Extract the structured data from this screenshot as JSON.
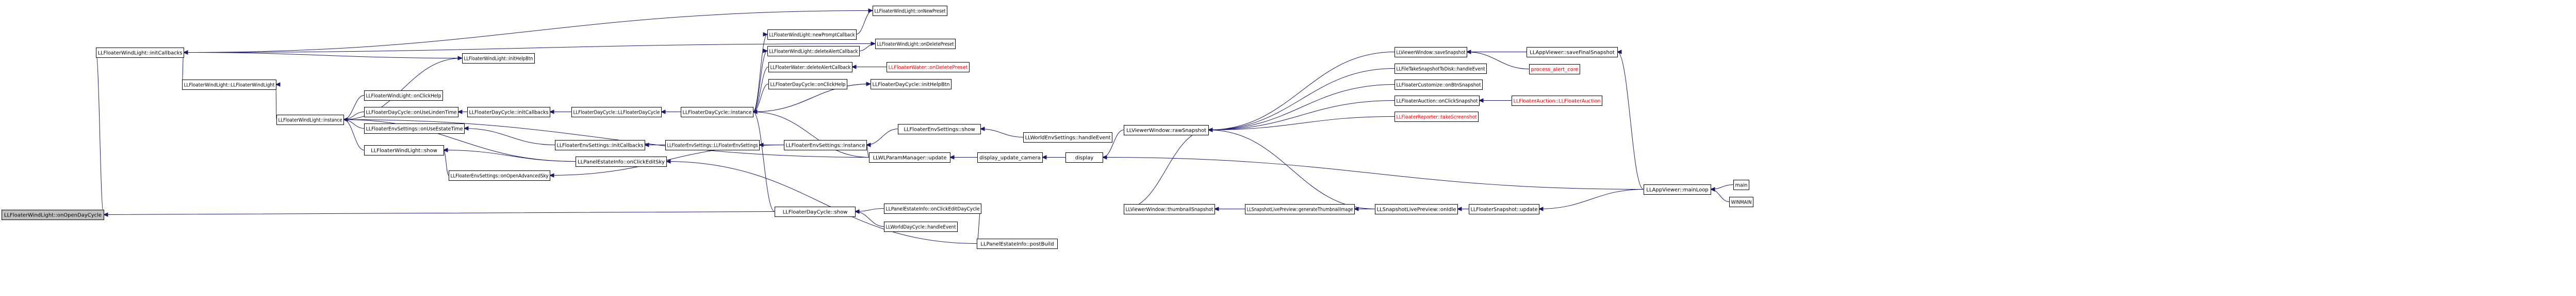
{
  "graph": {
    "edge_color": "#191970",
    "node_border": "#000000",
    "focus_fill": "#bfbfbf",
    "link_text_color": "#ff0000",
    "nodes": [
      {
        "id": "n0",
        "label": "LLFloaterWindLight::onOpenDayCycle",
        "focus": true
      },
      {
        "id": "n1",
        "label": "LLFloaterWindLight::initCallbacks"
      },
      {
        "id": "n2",
        "label": "LLFloaterWindLight::LLFloaterWindLight"
      },
      {
        "id": "n3",
        "label": "LLFloaterWindLight::instance"
      },
      {
        "id": "n4",
        "label": "LLFloaterWindLight::onClickHelp"
      },
      {
        "id": "n5",
        "label": "LLFloaterWindLight::initHelpBtn"
      },
      {
        "id": "n6",
        "label": "LLFloaterWindLight::onNewPreset"
      },
      {
        "id": "n7",
        "label": "LLFloaterWindLight::newPromptCallback"
      },
      {
        "id": "n8",
        "label": "LLFloaterWindLight::deleteAlertCallback"
      },
      {
        "id": "n9",
        "label": "LLFloaterWindLight::onDeletePreset"
      },
      {
        "id": "n10",
        "label": "LLFloaterDayCycle::onUseLindenTime"
      },
      {
        "id": "n11",
        "label": "LLFloaterDayCycle::initCallbacks"
      },
      {
        "id": "n12",
        "label": "LLFloaterDayCycle::LLFloaterDayCycle"
      },
      {
        "id": "n13",
        "label": "LLFloaterDayCycle::instance"
      },
      {
        "id": "n14",
        "label": "LLFloaterWater::deleteAlertCallback"
      },
      {
        "id": "n15",
        "label": "LLFloaterWater::onDeletePreset",
        "link": true
      },
      {
        "id": "n16",
        "label": "LLFloaterDayCycle::onClickHelp"
      },
      {
        "id": "n17",
        "label": "LLFloaterDayCycle::initHelpBtn"
      },
      {
        "id": "n18",
        "label": "LLFloaterEnvSettings::onUseEstateTime"
      },
      {
        "id": "n19",
        "label": "LLFloaterEnvSettings::initCallbacks"
      },
      {
        "id": "n20",
        "label": "LLFloaterEnvSettings::LLFloaterEnvSettings"
      },
      {
        "id": "n21",
        "label": "LLFloaterEnvSettings::instance"
      },
      {
        "id": "n22",
        "label": "LLFloaterEnvSettings::show"
      },
      {
        "id": "n23",
        "label": "LLWorldEnvSettings::handleEvent"
      },
      {
        "id": "n24",
        "label": "LLFloaterWindLight::show"
      },
      {
        "id": "n25",
        "label": "LLFloaterEnvSettings::onOpenAdvancedSky"
      },
      {
        "id": "n26",
        "label": "LLPanelEstateInfo::onClickEditSky"
      },
      {
        "id": "n27",
        "label": "LLWLParamManager::update"
      },
      {
        "id": "n28",
        "label": "display_update_camera"
      },
      {
        "id": "n29",
        "label": "display"
      },
      {
        "id": "n30",
        "label": "LLFloaterDayCycle::show"
      },
      {
        "id": "n31",
        "label": "LLPanelEstateInfo::onClickEditDayCycle"
      },
      {
        "id": "n32",
        "label": "LLWorldDayCycle::handleEvent"
      },
      {
        "id": "n33",
        "label": "LLPanelEstateInfo::postBuild"
      },
      {
        "id": "n34",
        "label": "LLViewerWindow::rawSnapshot"
      },
      {
        "id": "n35",
        "label": "LLViewerWindow::thumbnailSnapshot"
      },
      {
        "id": "n36",
        "label": "LLSnapshotLivePreview::generateThumbnailImage"
      },
      {
        "id": "n37",
        "label": "LLSnapshotLivePreview::onIdle"
      },
      {
        "id": "n38",
        "label": "LLFloaterSnapshot::update"
      },
      {
        "id": "n39",
        "label": "LLViewerWindow::saveSnapshot"
      },
      {
        "id": "n40",
        "label": "LLAppViewer::saveFinalSnapshot"
      },
      {
        "id": "n41",
        "label": "process_alert_core",
        "link": true
      },
      {
        "id": "n42",
        "label": "LLFileTakeSnapshotToDisk::handleEvent"
      },
      {
        "id": "n43",
        "label": "LLFloaterCustomize::onBtnSnapshot"
      },
      {
        "id": "n44",
        "label": "LLFloaterAuction::onClickSnapshot"
      },
      {
        "id": "n45",
        "label": "LLFloaterAuction::LLFloaterAuction",
        "link": true
      },
      {
        "id": "n46",
        "label": "LLFloaterReporter::takeScreenshot",
        "link": true
      },
      {
        "id": "n47",
        "label": "LLAppViewer::mainLoop"
      },
      {
        "id": "n48",
        "label": "main"
      },
      {
        "id": "n49",
        "label": "WINMAIN"
      }
    ],
    "edges": [
      [
        "n1",
        "n0"
      ],
      [
        "n30",
        "n0"
      ],
      [
        "n2",
        "n1"
      ],
      [
        "n6",
        "n1"
      ],
      [
        "n9",
        "n1"
      ],
      [
        "n5",
        "n1"
      ],
      [
        "n3",
        "n2"
      ],
      [
        "n4",
        "n3"
      ],
      [
        "n10",
        "n3"
      ],
      [
        "n18",
        "n3"
      ],
      [
        "n24",
        "n3"
      ],
      [
        "n26",
        "n3"
      ],
      [
        "n27",
        "n3"
      ],
      [
        "n3",
        "n5"
      ],
      [
        "n7",
        "n6"
      ],
      [
        "n13",
        "n7"
      ],
      [
        "n8",
        "n9"
      ],
      [
        "n13",
        "n8"
      ],
      [
        "n11",
        "n10"
      ],
      [
        "n12",
        "n11"
      ],
      [
        "n13",
        "n12"
      ],
      [
        "n14",
        "n13"
      ],
      [
        "n16",
        "n13"
      ],
      [
        "n17",
        "n13"
      ],
      [
        "n30",
        "n13"
      ],
      [
        "n27",
        "n13"
      ],
      [
        "n15",
        "n14"
      ],
      [
        "n13",
        "n17"
      ],
      [
        "n19",
        "n18"
      ],
      [
        "n20",
        "n19"
      ],
      [
        "n21",
        "n20"
      ],
      [
        "n22",
        "n21"
      ],
      [
        "n27",
        "n21"
      ],
      [
        "n23",
        "n22"
      ],
      [
        "n25",
        "n24"
      ],
      [
        "n26",
        "n24"
      ],
      [
        "n21",
        "n25"
      ],
      [
        "n33",
        "n26"
      ],
      [
        "n28",
        "n27"
      ],
      [
        "n29",
        "n28"
      ],
      [
        "n34",
        "n29"
      ],
      [
        "n47",
        "n29"
      ],
      [
        "n31",
        "n30"
      ],
      [
        "n32",
        "n30"
      ],
      [
        "n33",
        "n31"
      ],
      [
        "n35",
        "n34"
      ],
      [
        "n39",
        "n34"
      ],
      [
        "n42",
        "n34"
      ],
      [
        "n43",
        "n34"
      ],
      [
        "n44",
        "n34"
      ],
      [
        "n46",
        "n34"
      ],
      [
        "n37",
        "n34"
      ],
      [
        "n36",
        "n35"
      ],
      [
        "n37",
        "n36"
      ],
      [
        "n38",
        "n37"
      ],
      [
        "n47",
        "n38"
      ],
      [
        "n40",
        "n39"
      ],
      [
        "n41",
        "n39"
      ],
      [
        "n47",
        "n40"
      ],
      [
        "n45",
        "n44"
      ],
      [
        "n48",
        "n47"
      ],
      [
        "n49",
        "n47"
      ]
    ]
  }
}
